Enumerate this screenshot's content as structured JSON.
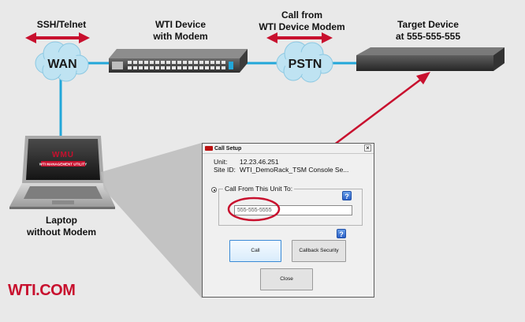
{
  "labels": {
    "ssh_telnet": "SSH/Telnet",
    "wti_device": [
      "WTI Device",
      "with Modem"
    ],
    "call_from": [
      "Call from",
      "WTI Device Modem"
    ],
    "target_device": [
      "Target Device",
      "at 555-555-555"
    ],
    "laptop": [
      "Laptop",
      "without Modem"
    ]
  },
  "clouds": {
    "wan": "WAN",
    "pstn": "PSTN"
  },
  "screen": {
    "logo": "WMU",
    "sub": "WTI MANAGEMENT UTILITY"
  },
  "brand": "WTI.COM",
  "dialog": {
    "title": "Call Setup",
    "close_glyph": "×",
    "unit_label": "Unit:",
    "unit_value": "12.23.46.251",
    "site_label": "Site ID:",
    "site_value": "WTI_DemoRack_TSM Console Se...",
    "group_label": "Call From This Unit To:",
    "phone_placeholder": "555-555-5555",
    "help_glyph": "?",
    "buttons": {
      "call": "Call",
      "callback": "Callback Security",
      "close": "Close"
    }
  },
  "colors": {
    "arrow_red": "#c8102e",
    "line_blue": "#22a7d9",
    "cloud_fill": "#bfe3f2",
    "background": "#e9e9e9"
  },
  "icons": [
    "double-arrow-icon",
    "cloud-icon",
    "network-switch-icon",
    "target-device-icon",
    "laptop-icon",
    "help-icon",
    "close-icon"
  ]
}
